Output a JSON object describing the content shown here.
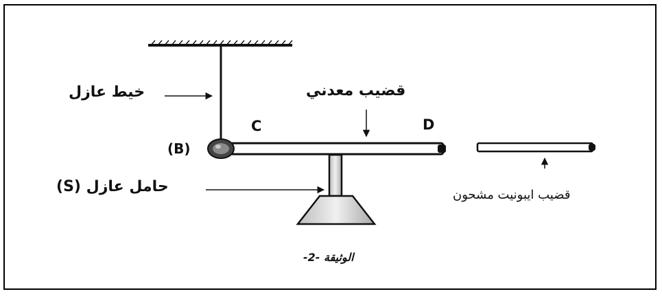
{
  "labels": {
    "insulating_thread": "خيط عازل",
    "metal_rod": "قضيب معدني",
    "point_c": "C",
    "point_d": "D",
    "point_b": "(B)",
    "insulating_support": "حامل عازل (S)",
    "ebonite_rod": "قضيب ايبونيت مشحون",
    "caption": "الوثيقة -2-"
  },
  "colors": {
    "stroke": "#111111",
    "rod_fill": "#ffffff",
    "support_fill": "#e2e2e2",
    "ball_fill": "#6e6e6e"
  }
}
